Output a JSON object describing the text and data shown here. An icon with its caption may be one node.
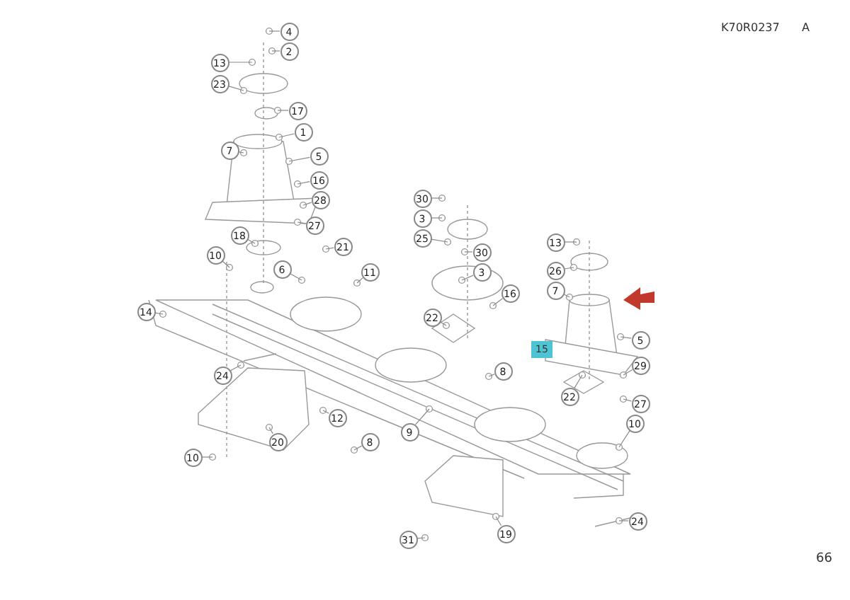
{
  "diagram": {
    "nodes": [
      {
        "text": [
          "4"
        ]
      },
      {
        "text": [
          "2"
        ]
      },
      {
        "text": [
          "13"
        ]
      },
      {
        "text": [
          "23"
        ]
      },
      {
        "text": [
          "17"
        ]
      },
      {
        "text": [
          "1"
        ]
      },
      {
        "text": [
          "7"
        ]
      },
      {
        "text": [
          "5"
        ]
      },
      {
        "text": [
          "16"
        ]
      },
      {
        "text": [
          "30"
        ]
      },
      {
        "text": [
          "28"
        ]
      },
      {
        "text": [
          "3"
        ]
      },
      {
        "text": [
          "27"
        ]
      },
      {
        "text": [
          "25"
        ]
      },
      {
        "text": [
          "18"
        ]
      },
      {
        "text": [
          "13"
        ]
      },
      {
        "text": [
          "21"
        ]
      },
      {
        "text": [
          "10"
        ]
      },
      {
        "text": [
          "30"
        ]
      },
      {
        "text": [
          "6"
        ]
      },
      {
        "text": [
          "26"
        ]
      },
      {
        "text": [
          "11"
        ]
      },
      {
        "text": [
          "3"
        ]
      },
      {
        "text": [
          "7"
        ]
      },
      {
        "text": [
          "16"
        ]
      },
      {
        "text": [
          "14"
        ]
      },
      {
        "text": [
          "22"
        ]
      },
      {
        "text": [
          "5"
        ]
      },
      {
        "text": [
          "29"
        ]
      },
      {
        "text": [
          "8"
        ]
      },
      {
        "text": [
          "24"
        ]
      },
      {
        "text": [
          "22"
        ]
      },
      {
        "text": [
          "27"
        ]
      },
      {
        "text": [
          "12"
        ]
      },
      {
        "text": [
          "10"
        ]
      },
      {
        "text": [
          "9"
        ]
      },
      {
        "text": [
          "8"
        ]
      },
      {
        "text": [
          "20"
        ]
      },
      {
        "text": [
          "10"
        ]
      },
      {
        "text": [
          "24"
        ]
      },
      {
        "text": [
          "19"
        ]
      },
      {
        "text": [
          "31"
        ]
      }
    ],
    "edges": [
      {
        "from": 0,
        "to": null,
        "arrow": "none"
      },
      {
        "from": 1,
        "to": null,
        "arrow": "none"
      },
      {
        "from": 2,
        "to": null,
        "arrow": "none"
      },
      {
        "from": 3,
        "to": null,
        "arrow": "none"
      },
      {
        "from": 4,
        "to": null,
        "arrow": "none"
      },
      {
        "from": 5,
        "to": null,
        "arrow": "none"
      },
      {
        "from": 6,
        "to": null,
        "arrow": "none"
      },
      {
        "from": 7,
        "to": null,
        "arrow": "none"
      },
      {
        "from": 8,
        "to": null,
        "arrow": "none"
      },
      {
        "from": 9,
        "to": null,
        "arrow": "none"
      },
      {
        "from": 10,
        "to": null,
        "arrow": "none"
      },
      {
        "from": 11,
        "to": null,
        "arrow": "none"
      },
      {
        "from": 12,
        "to": null,
        "arrow": "none"
      },
      {
        "from": 13,
        "to": null,
        "arrow": "none"
      },
      {
        "from": 14,
        "to": null,
        "arrow": "none"
      },
      {
        "from": 15,
        "to": null,
        "arrow": "none"
      },
      {
        "from": 16,
        "to": null,
        "arrow": "none"
      },
      {
        "from": 17,
        "to": null,
        "arrow": "none"
      },
      {
        "from": 18,
        "to": null,
        "arrow": "none"
      },
      {
        "from": 19,
        "to": null,
        "arrow": "none"
      },
      {
        "from": 20,
        "to": null,
        "arrow": "none"
      },
      {
        "from": 21,
        "to": null,
        "arrow": "none"
      },
      {
        "from": 22,
        "to": null,
        "arrow": "none"
      },
      {
        "from": 23,
        "to": null,
        "arrow": "none"
      },
      {
        "from": 24,
        "to": null,
        "arrow": "none"
      },
      {
        "from": 25,
        "to": null,
        "arrow": "none"
      },
      {
        "from": 26,
        "to": null,
        "arrow": "none"
      },
      {
        "from": 27,
        "to": null,
        "arrow": "none"
      },
      {
        "from": 28,
        "to": null,
        "arrow": "none"
      },
      {
        "from": 29,
        "to": null,
        "arrow": "none"
      },
      {
        "from": 30,
        "to": null,
        "arrow": "none"
      },
      {
        "from": 31,
        "to": null,
        "arrow": "none"
      },
      {
        "from": 32,
        "to": null,
        "arrow": "none"
      },
      {
        "from": 33,
        "to": null,
        "arrow": "none"
      },
      {
        "from": 34,
        "to": null,
        "arrow": "none"
      },
      {
        "from": 35,
        "to": null,
        "arrow": "none"
      },
      {
        "from": 36,
        "to": null,
        "arrow": "none"
      },
      {
        "from": 37,
        "to": null,
        "arrow": "none"
      },
      {
        "from": 38,
        "to": null,
        "arrow": "none"
      },
      {
        "from": 39,
        "to": null,
        "arrow": "none"
      },
      {
        "from": 40,
        "to": null,
        "arrow": "none"
      },
      {
        "from": 41,
        "to": null,
        "arrow": "none"
      }
    ],
    "labels": [
      "K70R0237",
      "A",
      "15",
      "66"
    ]
  }
}
